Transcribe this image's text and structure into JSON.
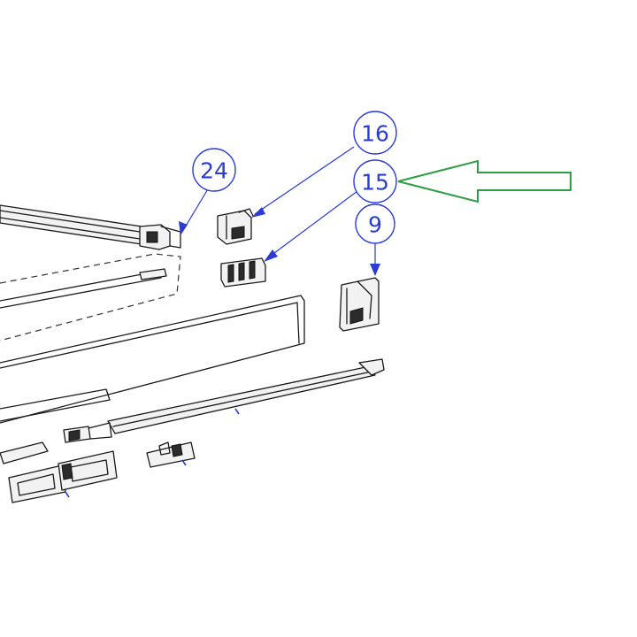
{
  "diagram": {
    "callouts": [
      {
        "id": "c16",
        "label": "16"
      },
      {
        "id": "c15",
        "label": "15"
      },
      {
        "id": "c24",
        "label": "24"
      },
      {
        "id": "c9",
        "label": "9"
      }
    ],
    "colors": {
      "callout": "#2a3bd6",
      "highlight_arrow": "#2e9e45",
      "line_art": "#1a1a1a"
    }
  }
}
